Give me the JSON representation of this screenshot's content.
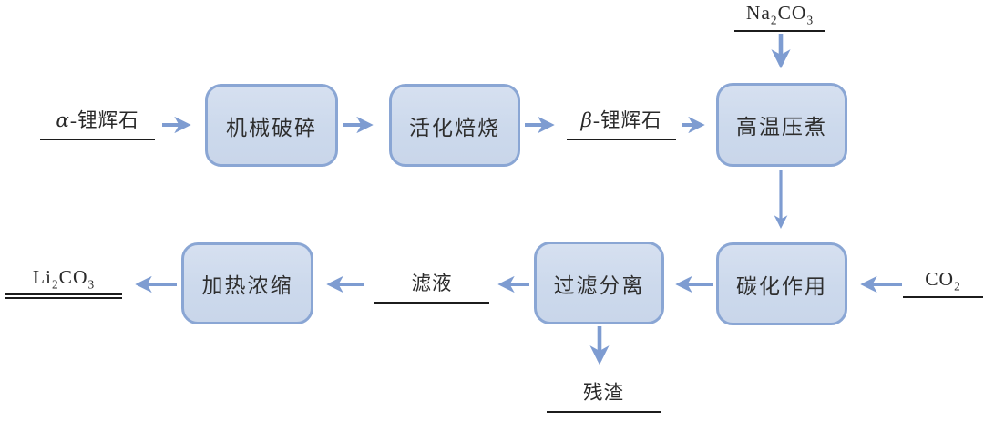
{
  "colors": {
    "background": "#ffffff",
    "box_fill": "#ccd9ec",
    "box_border": "#8aa6d4",
    "arrow": "#7e9cd1",
    "box_text": "#2e2e2e",
    "label_text": "#2a2a2a",
    "underline": "#1c1c1c"
  },
  "flowchart": {
    "processes": {
      "mechanical_crushing": "机械破碎",
      "activation_roasting": "活化焙烧",
      "high_temperature_pressure_cooking": "高温压煮",
      "carbonation": "碳化作用",
      "filtration_separation": "过滤分离",
      "heating_concentration": "加热浓缩"
    },
    "inputs": {
      "alpha_spodumene": {
        "symbol": "α",
        "suffix": "-锂辉石"
      },
      "na2co3": {
        "p1": "Na",
        "s1": "2",
        "p2": "CO",
        "s2": "3"
      },
      "co2": {
        "p1": "CO",
        "s1": "2"
      }
    },
    "intermediates": {
      "beta_spodumene": {
        "symbol": "β",
        "suffix": "-锂辉石"
      },
      "filtrate": "滤液"
    },
    "outputs": {
      "li2co3": {
        "p1": "Li",
        "s1": "2",
        "p2": "CO",
        "s2": "3"
      },
      "residue": "残渣"
    }
  }
}
